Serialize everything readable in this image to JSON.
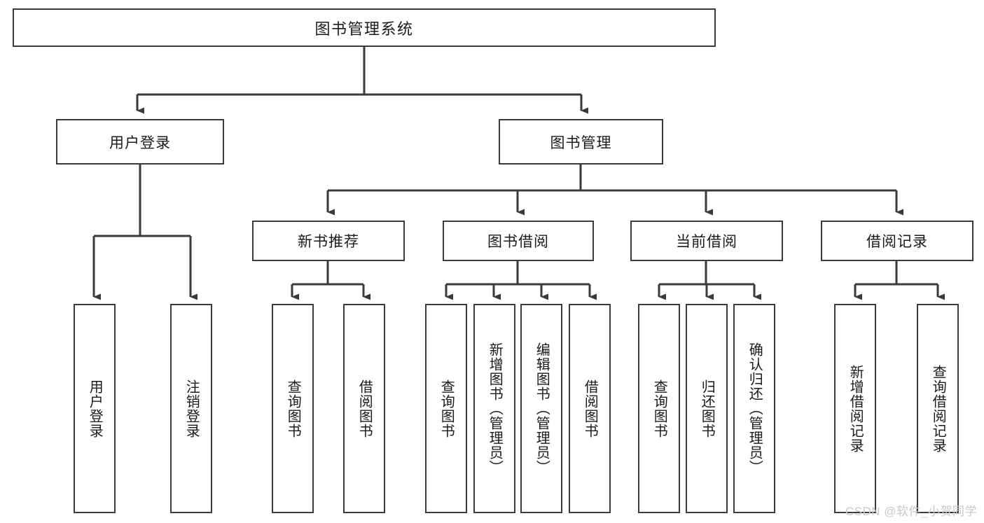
{
  "diagram": {
    "title": "图书管理系统",
    "root": {
      "id": "root",
      "label": "图书管理系统"
    },
    "level1": [
      {
        "id": "user-login",
        "label": "用户登录"
      },
      {
        "id": "book-management",
        "label": "图书管理"
      }
    ],
    "level2": [
      {
        "id": "new-book-recommend",
        "label": "新书推荐",
        "parent": "book-management"
      },
      {
        "id": "book-borrow",
        "label": "图书借阅",
        "parent": "book-management"
      },
      {
        "id": "current-borrow",
        "label": "当前借阅",
        "parent": "book-management"
      },
      {
        "id": "borrow-record",
        "label": "借阅记录",
        "parent": "book-management"
      }
    ],
    "leaves": [
      {
        "id": "leaf-user-login",
        "label": "用户登录",
        "parent": "user-login"
      },
      {
        "id": "leaf-logout",
        "label": "注销登录",
        "parent": "user-login"
      },
      {
        "id": "leaf-query-book-1",
        "label": "查询图书",
        "parent": "new-book-recommend"
      },
      {
        "id": "leaf-borrow-book-1",
        "label": "借阅图书",
        "parent": "new-book-recommend"
      },
      {
        "id": "leaf-query-book-2",
        "label": "查询图书",
        "parent": "book-borrow"
      },
      {
        "id": "leaf-add-book",
        "label": "新增图书（管理员）",
        "parent": "book-borrow"
      },
      {
        "id": "leaf-edit-book",
        "label": "编辑图书（管理员）",
        "parent": "book-borrow"
      },
      {
        "id": "leaf-borrow-book-2",
        "label": "借阅图书",
        "parent": "book-borrow"
      },
      {
        "id": "leaf-query-book-3",
        "label": "查询图书",
        "parent": "current-borrow"
      },
      {
        "id": "leaf-return-book",
        "label": "归还图书",
        "parent": "current-borrow"
      },
      {
        "id": "leaf-confirm-return",
        "label": "确认归还（管理员）",
        "parent": "current-borrow"
      },
      {
        "id": "leaf-add-record",
        "label": "新增借阅记录",
        "parent": "borrow-record"
      },
      {
        "id": "leaf-query-record",
        "label": "查询借阅记录",
        "parent": "borrow-record"
      }
    ],
    "watermark": "CSDN @软件_小贺同学",
    "colors": {
      "stroke": "#3a3a3a",
      "text": "#1a1a1a",
      "background": "#ffffff",
      "watermark": "#c9c9c9"
    }
  }
}
